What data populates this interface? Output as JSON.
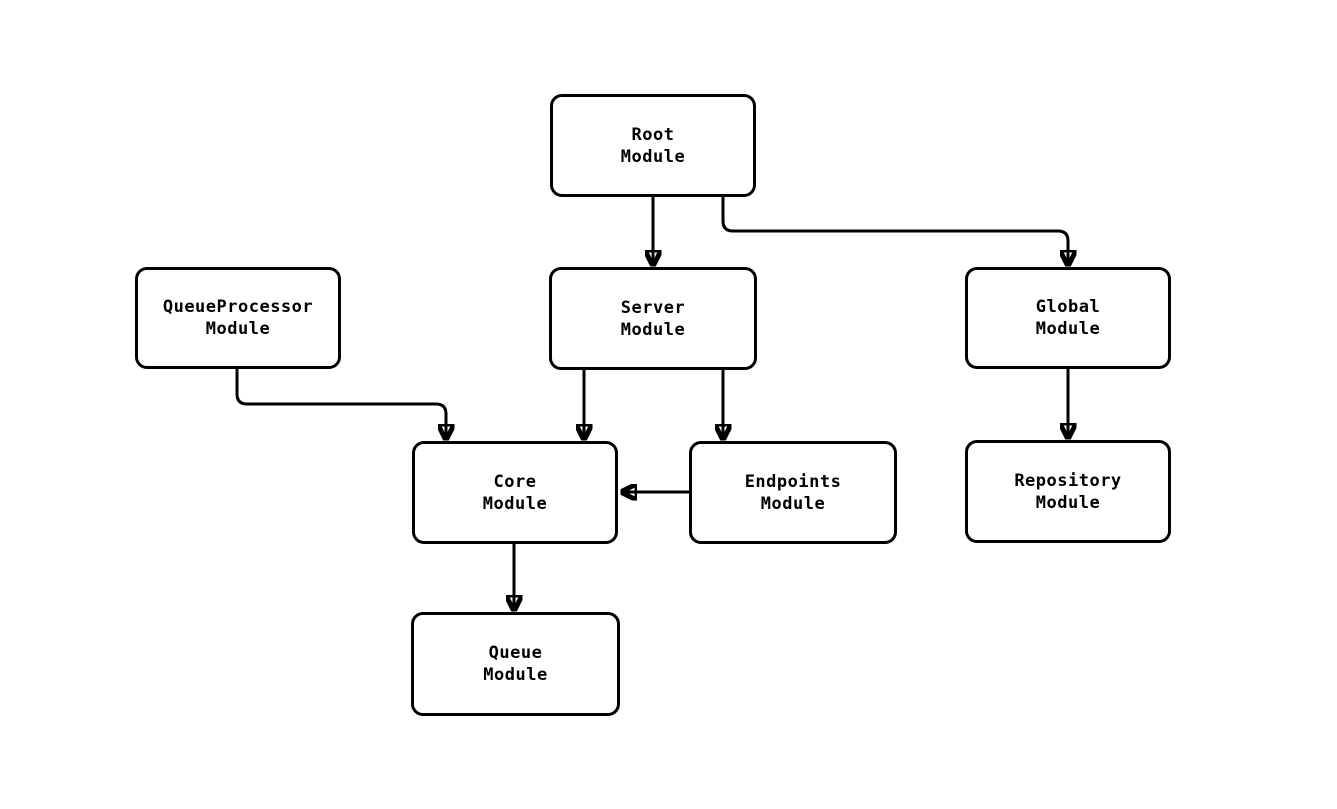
{
  "diagram": {
    "type": "flowchart",
    "direction": "top-down",
    "colors": {
      "background": "#ffffff",
      "node_fill": "#ffffff",
      "node_stroke": "#000000",
      "edge_stroke": "#000000",
      "text": "#000000"
    },
    "nodes": [
      {
        "id": "root",
        "label": "Root\nModule"
      },
      {
        "id": "queueprocessor",
        "label": "QueueProcessor\nModule"
      },
      {
        "id": "server",
        "label": "Server\nModule"
      },
      {
        "id": "global",
        "label": "Global\nModule"
      },
      {
        "id": "core",
        "label": "Core\nModule"
      },
      {
        "id": "endpoints",
        "label": "Endpoints\nModule"
      },
      {
        "id": "repository",
        "label": "Repository\nModule"
      },
      {
        "id": "queue",
        "label": "Queue\nModule"
      }
    ],
    "edges": [
      {
        "from": "root",
        "to": "server",
        "style": "arrow"
      },
      {
        "from": "root",
        "to": "global",
        "style": "arrow"
      },
      {
        "from": "queueprocessor",
        "to": "core",
        "style": "arrow"
      },
      {
        "from": "server",
        "to": "core",
        "style": "arrow"
      },
      {
        "from": "server",
        "to": "endpoints",
        "style": "arrow"
      },
      {
        "from": "endpoints",
        "to": "core",
        "style": "arrow"
      },
      {
        "from": "global",
        "to": "repository",
        "style": "arrow"
      },
      {
        "from": "core",
        "to": "queue",
        "style": "arrow"
      }
    ]
  }
}
